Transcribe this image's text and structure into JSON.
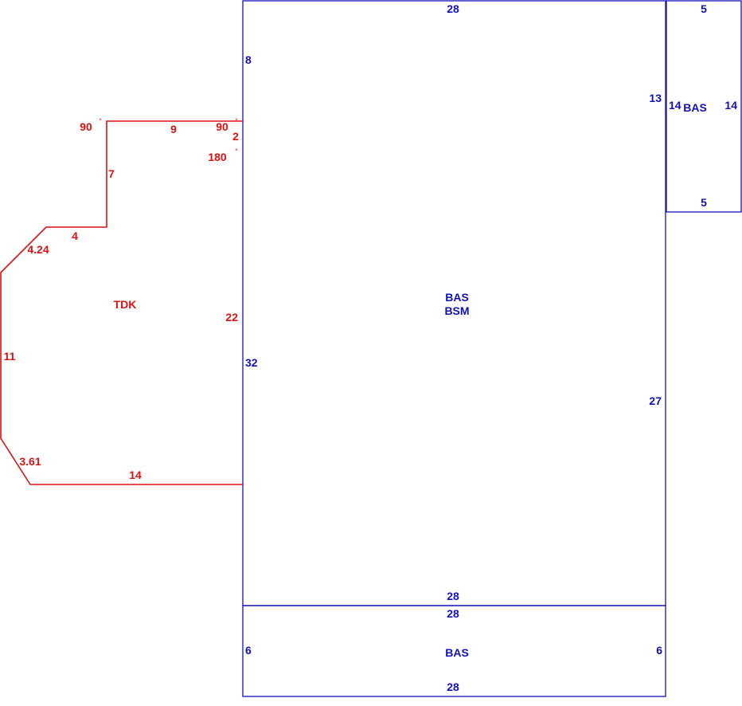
{
  "colors": {
    "tdk": "#dd1111",
    "bas": "#1111bb"
  },
  "main_area": {
    "name_1": "BAS",
    "name_2": "BSM",
    "top_side": "28",
    "bottom_side": "28",
    "left_upper": "8",
    "left_lower": "32",
    "right_upper": "13",
    "right_lower": "27"
  },
  "side_area": {
    "name": "BAS",
    "top_side": "5",
    "bottom_side": "5",
    "left_side": "14",
    "right_side": "14"
  },
  "bottom_area": {
    "name": "BAS",
    "top_side": "28",
    "bottom_side": "28",
    "left_side": "6",
    "right_side": "6"
  },
  "deck_area": {
    "name": "TDK",
    "sides": [
      "9",
      "2",
      "7",
      "4",
      "4.24",
      "11",
      "3.61",
      "14",
      "22"
    ],
    "angles": [
      "90",
      "90",
      "180"
    ],
    "degree_symbol": "°"
  }
}
